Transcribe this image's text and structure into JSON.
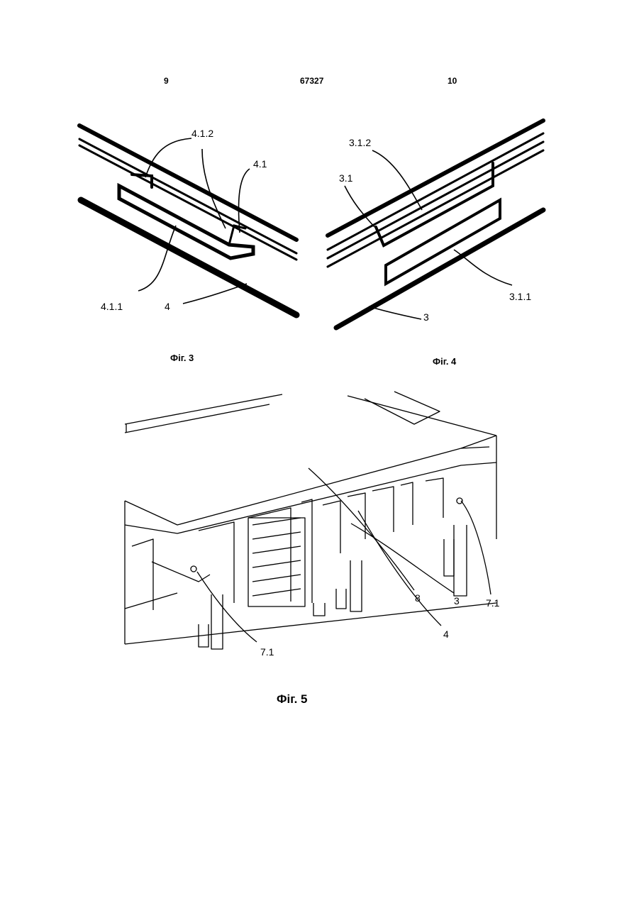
{
  "header": {
    "left_page": "9",
    "patent_number": "67327",
    "right_page": "10"
  },
  "figures": [
    {
      "caption": "Фіг. 3",
      "labels": [
        "4.1.2",
        "4.1",
        "4.1.1",
        "4"
      ]
    },
    {
      "caption": "Фіг. 4",
      "labels": [
        "3.1.2",
        "3.1",
        "3.1.1",
        "3"
      ]
    },
    {
      "caption": "Фіг. 5",
      "labels": [
        "8",
        "3",
        "7.1",
        "7.1",
        "4"
      ]
    }
  ]
}
